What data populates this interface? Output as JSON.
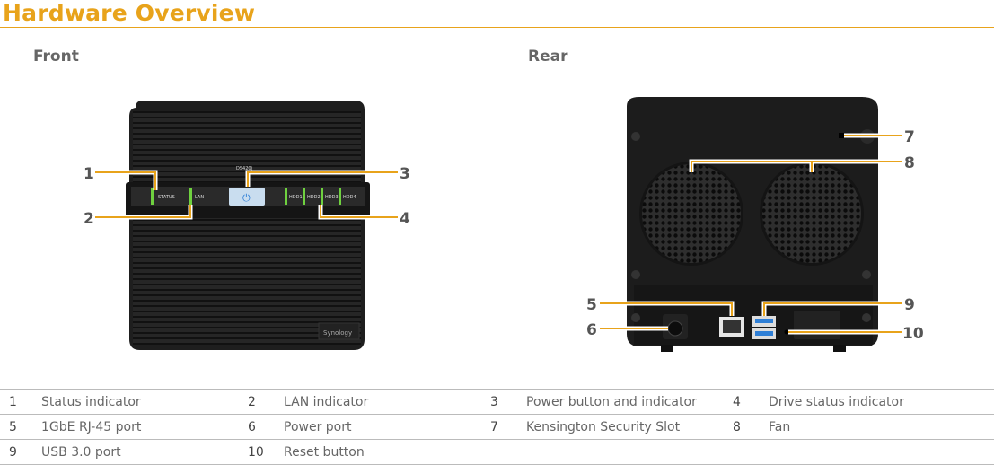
{
  "title": "Hardware Overview",
  "front": {
    "heading": "Front",
    "model_label": "DS420j",
    "panel_labels": [
      "STATUS",
      "LAN",
      "HDD1",
      "HDD2",
      "HDD3",
      "HDD4"
    ],
    "logo": "Synology",
    "callouts": [
      "1",
      "2",
      "3",
      "4"
    ]
  },
  "rear": {
    "heading": "Rear",
    "callouts": [
      "5",
      "6",
      "7",
      "8",
      "9",
      "10"
    ]
  },
  "legend": [
    [
      {
        "num": "1",
        "label": "Status indicator"
      },
      {
        "num": "2",
        "label": "LAN indicator"
      },
      {
        "num": "3",
        "label": "Power button and indicator"
      },
      {
        "num": "4",
        "label": "Drive status indicator"
      }
    ],
    [
      {
        "num": "5",
        "label": "1GbE RJ-45 port"
      },
      {
        "num": "6",
        "label": "Power port"
      },
      {
        "num": "7",
        "label": "Kensington Security Slot"
      },
      {
        "num": "8",
        "label": "Fan"
      }
    ],
    [
      {
        "num": "9",
        "label": "USB 3.0 port"
      },
      {
        "num": "10",
        "label": "Reset button"
      },
      {
        "num": "",
        "label": ""
      },
      {
        "num": "",
        "label": ""
      }
    ]
  ],
  "colors": {
    "accent": "#e8a31b",
    "device": "#1e1e1e",
    "led": "#6fd13f",
    "power": "#8ec8ff"
  }
}
